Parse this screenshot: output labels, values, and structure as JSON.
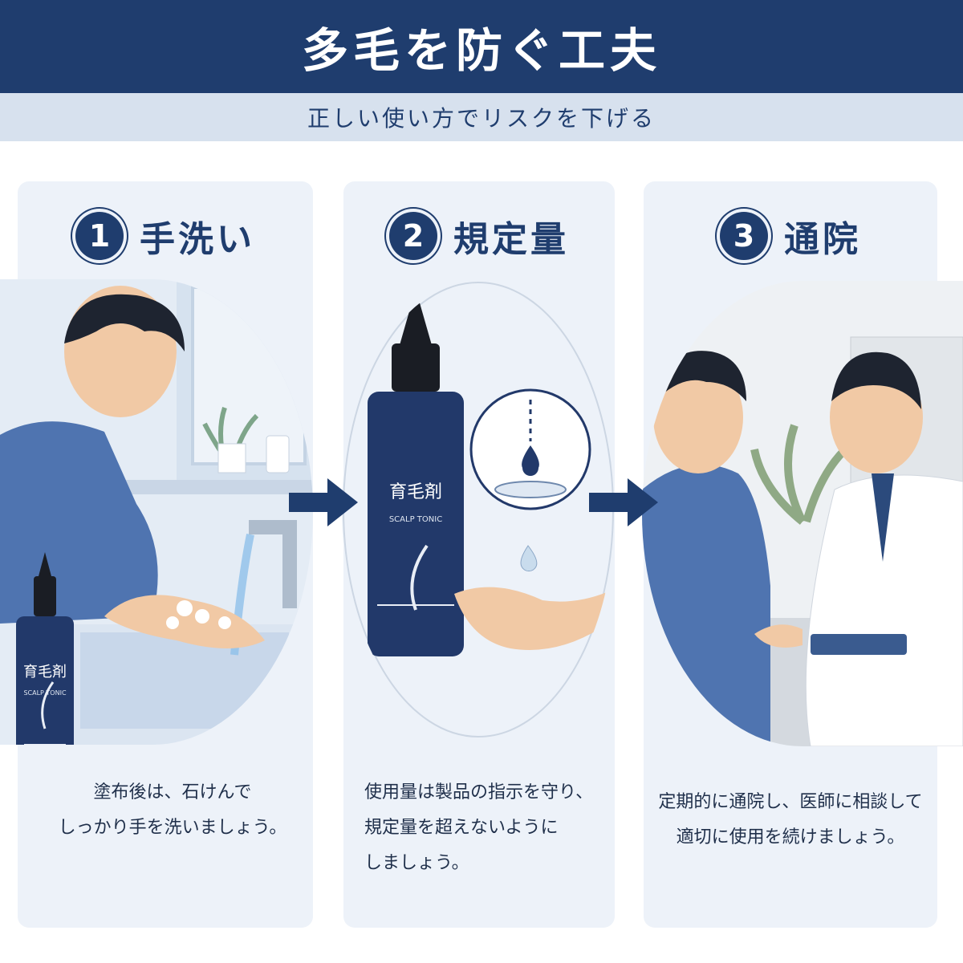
{
  "header": {
    "title": "多毛を防ぐ工夫"
  },
  "subheader": {
    "text": "正しい使い方でリスクを下げる"
  },
  "steps": [
    {
      "number": "1",
      "title": "手洗い",
      "desc_lines": [
        "塗布後は、石けんで",
        "しっかり手を洗いましょう。"
      ]
    },
    {
      "number": "2",
      "title": "規定量",
      "desc_lines": [
        "使用量は製品の指示を守り、",
        "規定量を超えないように",
        "しましょう。"
      ]
    },
    {
      "number": "3",
      "title": "通院",
      "desc_lines": [
        "定期的に通院し、医師に相談して",
        "適切に使用を続けましょう。"
      ]
    }
  ],
  "product": {
    "name": "育毛剤",
    "subtitle": "SCALP TONIC"
  },
  "colors": {
    "navy": "#1f3d6e",
    "card_bg": "#edf2f9",
    "sub_bg": "#d7e1ee"
  }
}
